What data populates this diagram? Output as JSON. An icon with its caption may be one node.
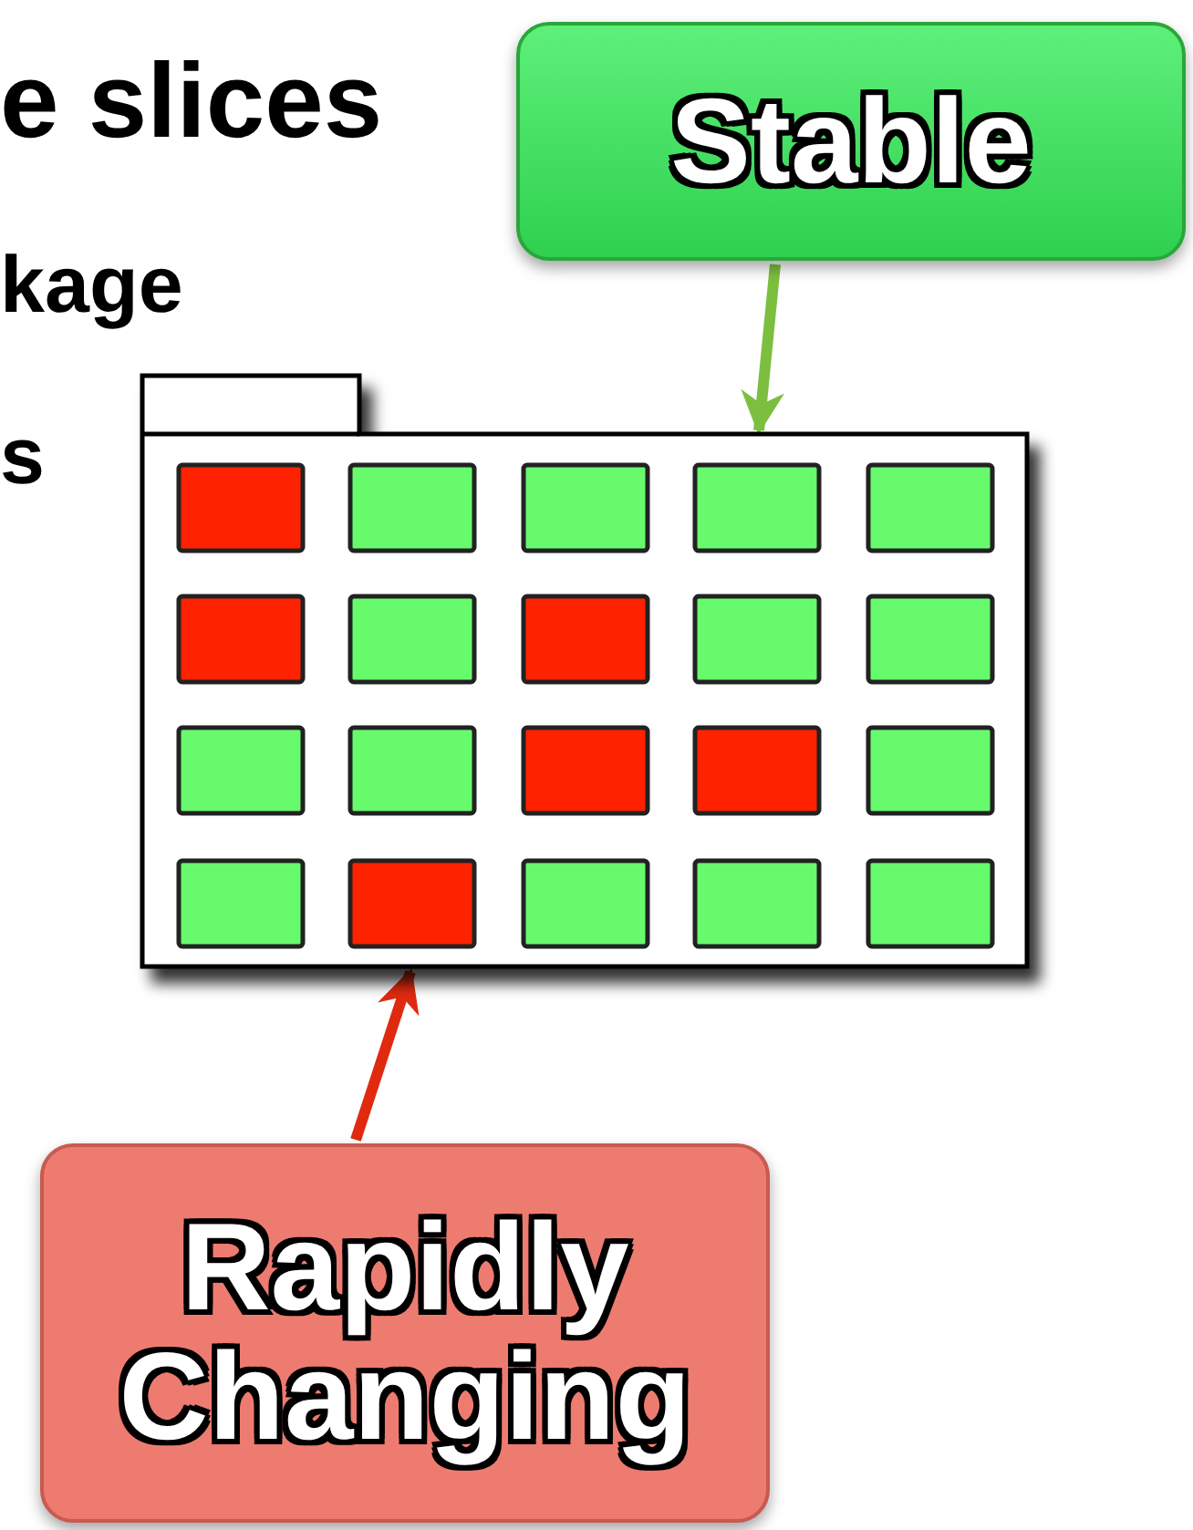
{
  "diagram": {
    "nodes": [
      {
        "text": [
          "Stable"
        ]
      },
      {
        "text": [],
        "shape": "box"
      },
      {
        "text": [
          "Rapidly Changing"
        ]
      }
    ],
    "edges": [
      {
        "from": 0,
        "to": 1,
        "arrow": "to",
        "color": "#7cbf3f"
      },
      {
        "from": 2,
        "to": 1,
        "arrow": "to",
        "color": "#e02a10"
      }
    ],
    "labels": [
      "e slices",
      "kage",
      "s"
    ]
  }
}
